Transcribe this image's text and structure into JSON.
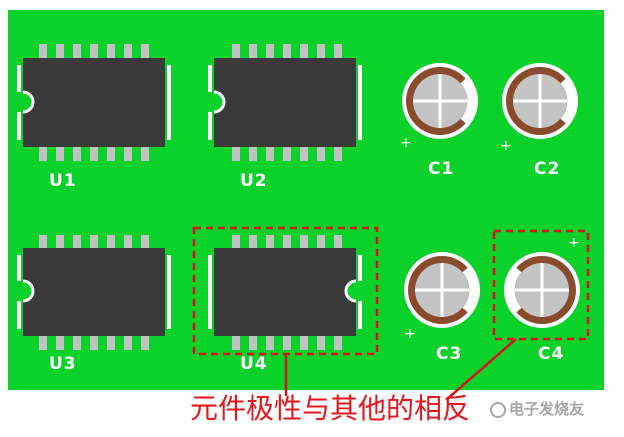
{
  "board": {
    "color": "#0ad22a",
    "ic_color": "#3a3a3a",
    "pin_color": "#c2c2c2",
    "silkscreen_color": "#ffffff",
    "marker_color": "#d4161c"
  },
  "components": {
    "ics": [
      {
        "ref": "U1",
        "notch": "left"
      },
      {
        "ref": "U2",
        "notch": "left"
      },
      {
        "ref": "U3",
        "notch": "left"
      },
      {
        "ref": "U4",
        "notch": "right",
        "highlighted": true
      }
    ],
    "capacitors": [
      {
        "ref": "C1",
        "plus": "+"
      },
      {
        "ref": "C2",
        "plus": "+"
      },
      {
        "ref": "C3",
        "plus": "+"
      },
      {
        "ref": "C4",
        "plus": "+",
        "highlighted": true
      }
    ]
  },
  "caption": "元件极性与其他的相反",
  "watermark": "电子发烧友"
}
